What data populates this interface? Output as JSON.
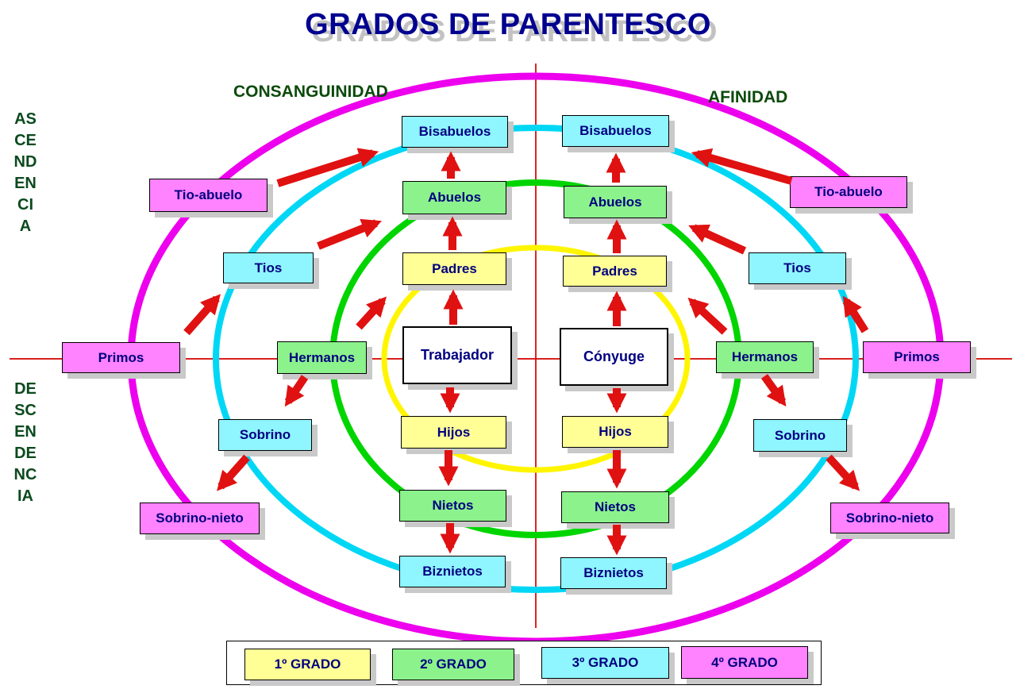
{
  "title": "GRADOS DE PARENTESCO",
  "sections": {
    "consanguinidad": "CONSANGUINIDAD",
    "afinidad": "AFINIDAD",
    "ascendencia": "ASCENDENCIA",
    "descendencia": "DESCENDENCIA"
  },
  "boxes": {
    "trabajador": "Trabajador",
    "conyuge": "Cónyuge",
    "bisabuelos_c": "Bisabuelos",
    "abuelos_c": "Abuelos",
    "padres_c": "Padres",
    "hijos_c": "Hijos",
    "nietos_c": "Nietos",
    "biznietos_c": "Biznietos",
    "bisabuelos_a": "Bisabuelos",
    "abuelos_a": "Abuelos",
    "padres_a": "Padres",
    "hijos_a": "Hijos",
    "nietos_a": "Nietos",
    "biznietos_a": "Biznietos",
    "tio_abuelo_c": "Tio-abuelo",
    "tios_c": "Tios",
    "primos_c": "Primos",
    "hermanos_c": "Hermanos",
    "sobrino_c": "Sobrino",
    "sobrino_nieto_c": "Sobrino-nieto",
    "tio_abuelo_a": "Tio-abuelo",
    "tios_a": "Tios",
    "primos_a": "Primos",
    "hermanos_a": "Hermanos",
    "sobrino_a": "Sobrino",
    "sobrino_nieto_a": "Sobrino-nieto"
  },
  "legend": {
    "grado1": "1º GRADO",
    "grado2": "2º GRADO",
    "grado3": "3º GRADO",
    "grado4": "4º GRADO"
  },
  "colors": {
    "grade1_fill": "#ffff96",
    "grade2_fill": "#8cf28c",
    "grade3_fill": "#8ff5ff",
    "grade4_fill": "#ff82ff",
    "ring_grade1": "#fff500",
    "ring_grade2": "#00d500",
    "ring_grade3": "#00d7f5",
    "ring_grade4": "#ed00ed",
    "arrow_red": "#e01111",
    "axis_line_red": "#d40000",
    "box_text": "#000080",
    "title_text": "#000090",
    "section_text": "#0b4a0b"
  }
}
